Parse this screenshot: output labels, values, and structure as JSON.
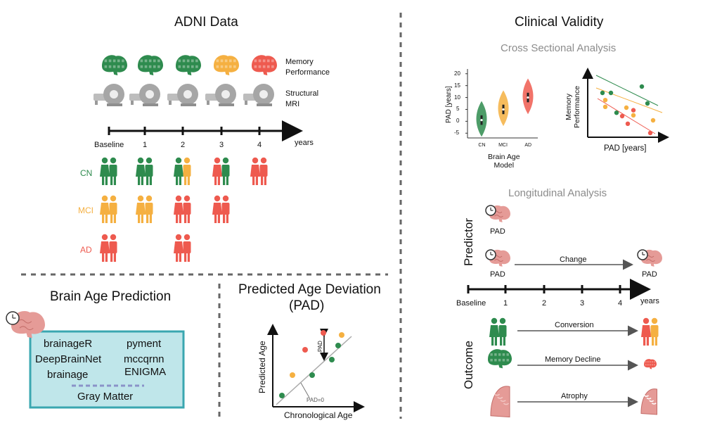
{
  "colors": {
    "cn": "#2e8b4e",
    "mci": "#f5b041",
    "ad": "#ee5a4f",
    "brain_pink": "#e59b97",
    "panel_fill": "#bfe6ea",
    "panel_border": "#3aa7b0",
    "divider": "#666666",
    "gray": "#8a8a8a"
  },
  "adni": {
    "title": "ADNI Data",
    "memory_label": "Memory\nPerformance",
    "mri_label": "Structural\nMRI",
    "timeline": {
      "ticks": [
        "Baseline",
        "1",
        "2",
        "3",
        "4"
      ],
      "unit": "years"
    },
    "groups": [
      "CN",
      "MCI",
      "AD"
    ],
    "memory_brain_colors": [
      "cn",
      "cn",
      "cn",
      "mci",
      "ad"
    ],
    "mri_icons": [
      "mri-scanner",
      "mri-scanner",
      "mri-scanner",
      "mri-scanner",
      "mri-scanner"
    ],
    "cohort": [
      [
        [
          "cn",
          "cn"
        ],
        [
          "cn",
          "cn"
        ],
        [
          "cn",
          "mci"
        ],
        [
          "ad",
          "cn"
        ],
        [
          "ad",
          "ad"
        ]
      ],
      [
        [
          "mci",
          "mci"
        ],
        [
          "mci"
        ],
        [
          "ad",
          "ad"
        ],
        [
          "ad",
          "ad"
        ]
      ],
      [
        [
          "ad",
          "ad"
        ],
        [],
        [
          "ad",
          "ad"
        ]
      ]
    ]
  },
  "brain_age": {
    "title": "Brain Age Prediction",
    "left_tools": [
      "brainageR",
      "DeepBrainNet",
      "brainage"
    ],
    "right_tools": [
      "pyment",
      "mccqrnn",
      "ENIGMA"
    ],
    "footer": "Gray Matter"
  },
  "pad": {
    "title_line1": "Predicted Age Deviation",
    "title_line2": "(PAD)",
    "x_label": "Chronological Age",
    "y_label": "Predicted Age",
    "pad_label": "PAD",
    "pad_zero_label": "PAD=0"
  },
  "clinical": {
    "title": "Clinical Validity",
    "cross_title": "Cross Sectional Analysis",
    "long_title": "Longitudinal Analysis",
    "violin": {
      "y_label": "PAD [years]",
      "x_label": "Brain Age\nModel",
      "y_ticks": [
        "20",
        "15",
        "10",
        "5",
        "0",
        "-5"
      ],
      "categories": [
        "CN",
        "MCI",
        "AD"
      ]
    },
    "scatter": {
      "x_label": "PAD [years]",
      "y_label": "Memory\nPerformance"
    },
    "predictor_label": "Predictor",
    "outcome_label": "Outcome",
    "pad_label": "PAD",
    "change_label": "Change",
    "timeline": {
      "ticks": [
        "Baseline",
        "1",
        "2",
        "3",
        "4"
      ],
      "unit": "years"
    },
    "outcomes": [
      "Conversion",
      "Memory Decline",
      "Atrophy"
    ]
  },
  "chart_data": [
    {
      "type": "other",
      "chart": "violin",
      "ylabel": "PAD [years]",
      "xlabel": "Brain Age\nModel",
      "categories": [
        "CN",
        "MCI",
        "AD"
      ],
      "median": [
        0.5,
        5,
        10
      ],
      "ylim": [
        -7,
        22
      ]
    },
    {
      "type": "scatter",
      "xlabel": "PAD [years]",
      "ylabel": "Memory\nPerformance",
      "series": [
        {
          "color": "cn",
          "points": [
            [
              0.4,
              0.25
            ],
            [
              1.4,
              0.72
            ],
            [
              1.0,
              0.25
            ],
            [
              3.2,
              0.1
            ],
            [
              3.6,
              0.5
            ]
          ]
        },
        {
          "color": "mci",
          "points": [
            [
              0.6,
              0.42
            ],
            [
              0.6,
              0.58
            ],
            [
              2.1,
              0.6
            ],
            [
              2.6,
              0.78
            ],
            [
              4.0,
              0.9
            ]
          ]
        },
        {
          "color": "ad",
          "points": [
            [
              1.8,
              0.8
            ],
            [
              2.6,
              0.66
            ],
            [
              3.8,
              1.2
            ],
            [
              2.2,
              0.98
            ]
          ]
        }
      ]
    }
  ]
}
